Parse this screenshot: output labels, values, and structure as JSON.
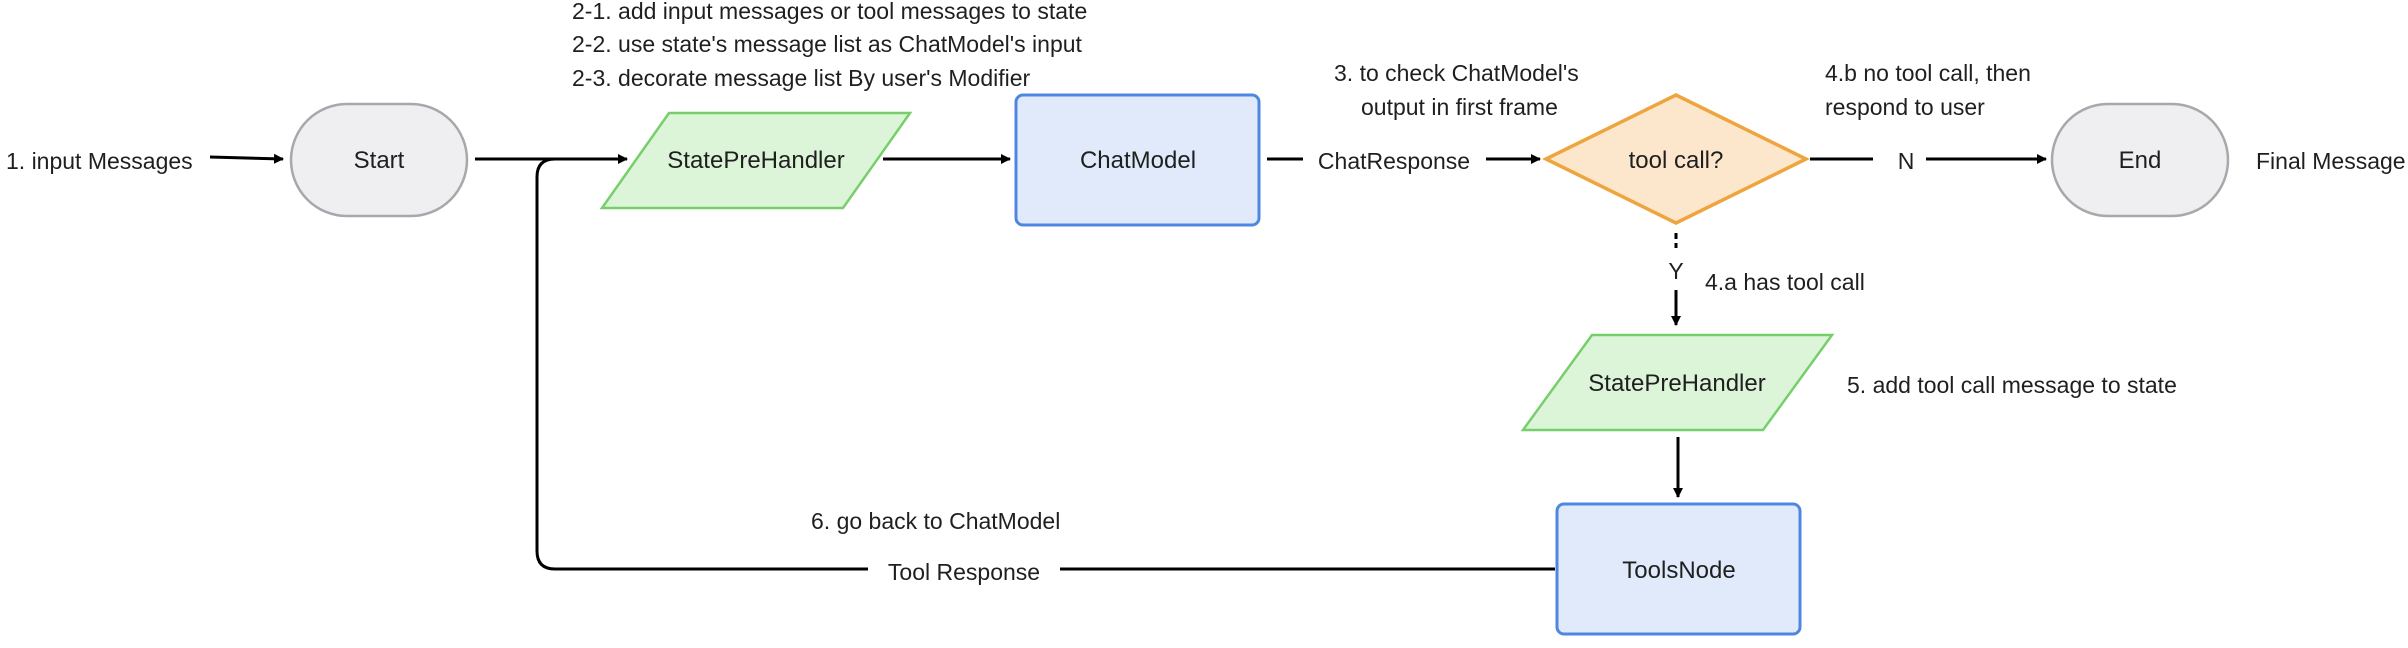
{
  "nodes": {
    "start": "Start",
    "state_pre_handler_main": "StatePreHandler",
    "chat_model": "ChatModel",
    "tool_call_decision": "tool call?",
    "end": "End",
    "state_pre_handler_tool": "StatePreHandler",
    "tools_node": "ToolsNode"
  },
  "labels": {
    "input_messages": "1. input Messages",
    "step_2_1": "2-1. add input messages or tool messages to state",
    "step_2_2": "2-2. use state's message list as ChatModel's input",
    "step_2_3": "2-3. decorate message list By user's Modifier",
    "step_3_line1": "3. to check ChatModel's",
    "step_3_line2": "output in first frame",
    "chat_response": "ChatResponse",
    "step_4b_line1": "4.b no tool call, then",
    "step_4b_line2": "respond to user",
    "branch_no": "N",
    "final_message": "Final Message",
    "branch_yes": "Y",
    "step_4a": "4.a has tool call",
    "step_5": "5. add tool call message to state",
    "step_6": "6. go back to ChatModel",
    "tool_response": "Tool Response"
  },
  "colors": {
    "terminal_fill": "#EFEFF1",
    "terminal_stroke": "#A8A8AC",
    "handler_fill": "#DCF5D8",
    "handler_stroke": "#76CF6B",
    "model_fill": "#E1EAFB",
    "model_stroke": "#4F86E0",
    "decision_fill": "#FDE7CC",
    "decision_stroke": "#EFA53F",
    "line": "#000000"
  }
}
